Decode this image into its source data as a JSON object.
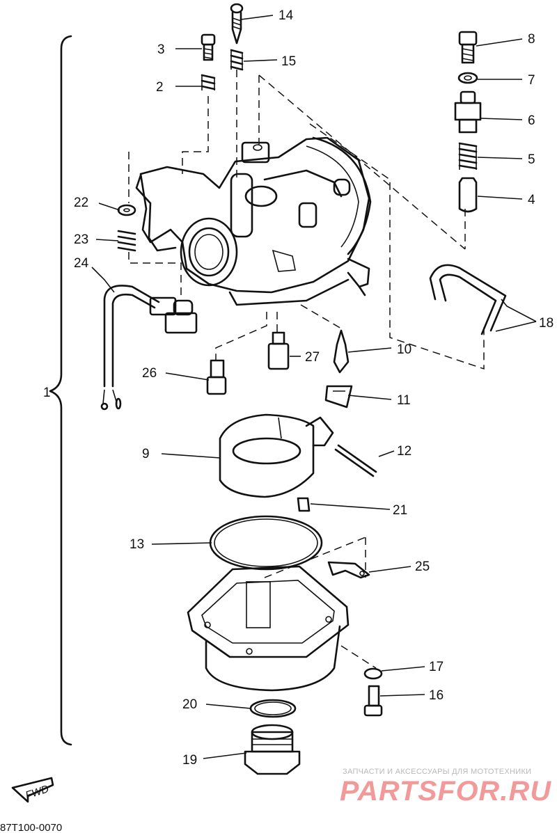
{
  "diagram": {
    "group_label": "1",
    "callouts": [
      "14",
      "15",
      "3",
      "2",
      "8",
      "7",
      "6",
      "5",
      "4",
      "22",
      "23",
      "24",
      "18",
      "26",
      "27",
      "10",
      "11",
      "9",
      "12",
      "21",
      "13",
      "25",
      "17",
      "16",
      "20",
      "19"
    ],
    "fwd_label": "FWD",
    "drawing_code": "87T100-0070"
  },
  "watermark": {
    "tagline": "ЗАПЧАСТИ И АКСЕССУАРЫ ДЛЯ МОТОТЕХНИКИ",
    "brand": "PARTSFOR.RU"
  }
}
